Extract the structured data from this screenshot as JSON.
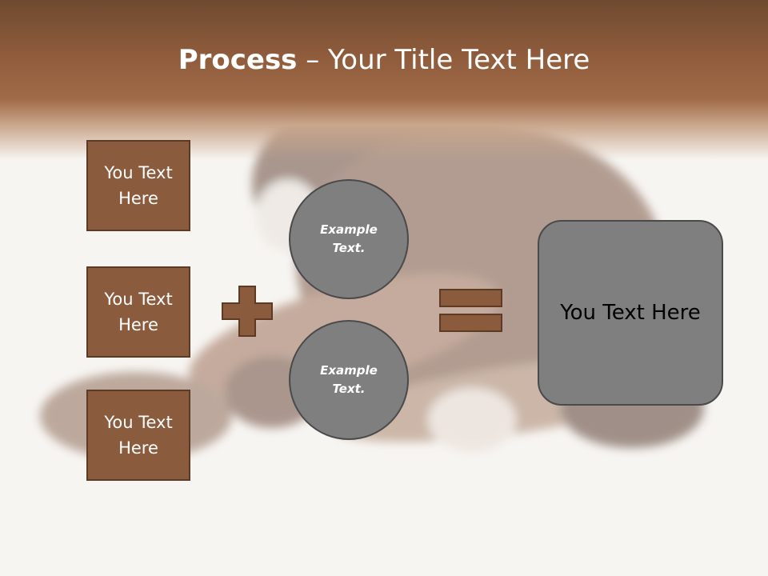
{
  "slide": {
    "title_bold": "Process",
    "title_rest": " – Your Title Text Here"
  },
  "left_boxes": [
    {
      "label": "You Text Here"
    },
    {
      "label": "You Text Here"
    },
    {
      "label": "You Text Here"
    }
  ],
  "circles": [
    {
      "label": "Example Text."
    },
    {
      "label": "Example Text."
    }
  ],
  "result": {
    "label": "You Text Here"
  },
  "colors": {
    "header_brown": "#8f5c3c",
    "box_fill": "#8b5b3e",
    "box_border": "#5c3a24",
    "shape_gray": "#7f7f7f",
    "shape_border": "#4a4a4a"
  },
  "icons": [
    "plus-icon",
    "equals-icon"
  ]
}
